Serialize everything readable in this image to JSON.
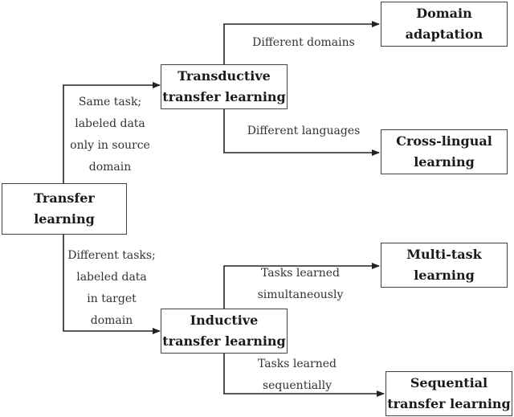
{
  "nodes": {
    "transfer": [
      "Transfer",
      "learning"
    ],
    "transductive": [
      "Transductive",
      "transfer learning"
    ],
    "inductive": [
      "Inductive",
      "transfer learning"
    ],
    "domain_adaptation": [
      "Domain",
      "adaptation"
    ],
    "cross_lingual": [
      "Cross-lingual",
      "learning"
    ],
    "multi_task": [
      "Multi-task",
      "learning"
    ],
    "sequential": [
      "Sequential",
      "transfer learning"
    ]
  },
  "edges": {
    "to_transductive": [
      "Same task;",
      "labeled data",
      "only in source",
      "domain"
    ],
    "to_inductive": [
      "Different tasks;",
      "labeled data",
      "in target",
      "domain"
    ],
    "to_domain_adaptation": [
      "Different domains"
    ],
    "to_cross_lingual": [
      "Different languages"
    ],
    "to_multi_task": [
      "Tasks learned",
      "simultaneously"
    ],
    "to_sequential": [
      "Tasks learned",
      "sequentially"
    ]
  }
}
